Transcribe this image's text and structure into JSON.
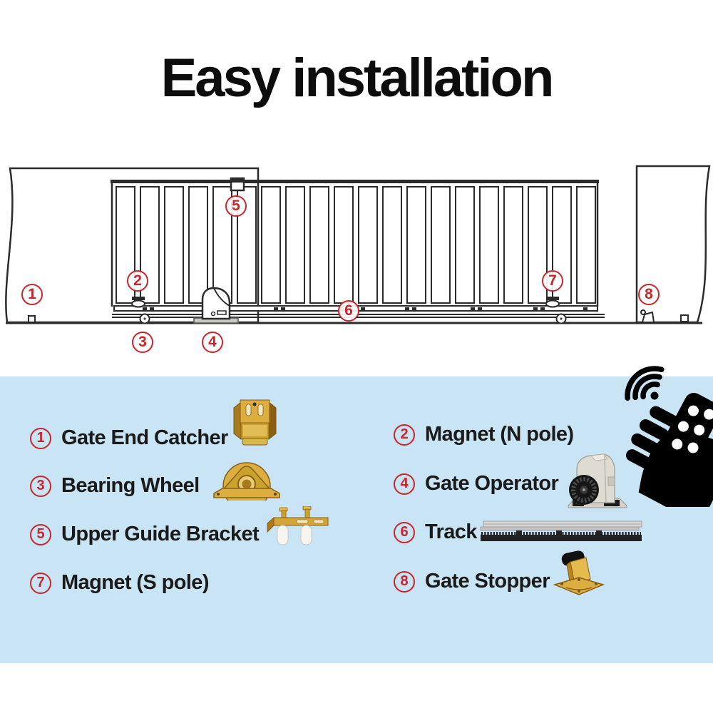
{
  "title": "Easy installation",
  "colors": {
    "accent_red": "#c9252b",
    "panel_blue": "#c9e4f5",
    "ink": "#1a1a1a"
  },
  "diagram": {
    "description": "sliding gate installation diagram",
    "callouts": [
      "1",
      "2",
      "3",
      "4",
      "5",
      "6",
      "7",
      "8"
    ]
  },
  "legend": {
    "items": [
      {
        "number": "1",
        "label": "Gate End Catcher",
        "icon": "gate-end-catcher-image"
      },
      {
        "number": "2",
        "label": "Magnet (N pole)",
        "icon": ""
      },
      {
        "number": "3",
        "label": "Bearing Wheel",
        "icon": "bearing-wheel-image"
      },
      {
        "number": "4",
        "label": "Gate Operator",
        "icon": "gate-operator-image"
      },
      {
        "number": "5",
        "label": "Upper Guide Bracket",
        "icon": "upper-guide-bracket-image"
      },
      {
        "number": "6",
        "label": "Track",
        "icon": "track-image"
      },
      {
        "number": "7",
        "label": "Magnet (S pole)",
        "icon": ""
      },
      {
        "number": "8",
        "label": "Gate Stopper",
        "icon": "gate-stopper-image"
      }
    ]
  },
  "icons": {
    "wifi": "wifi-signal-icon",
    "remote": "remote-control-icon"
  }
}
